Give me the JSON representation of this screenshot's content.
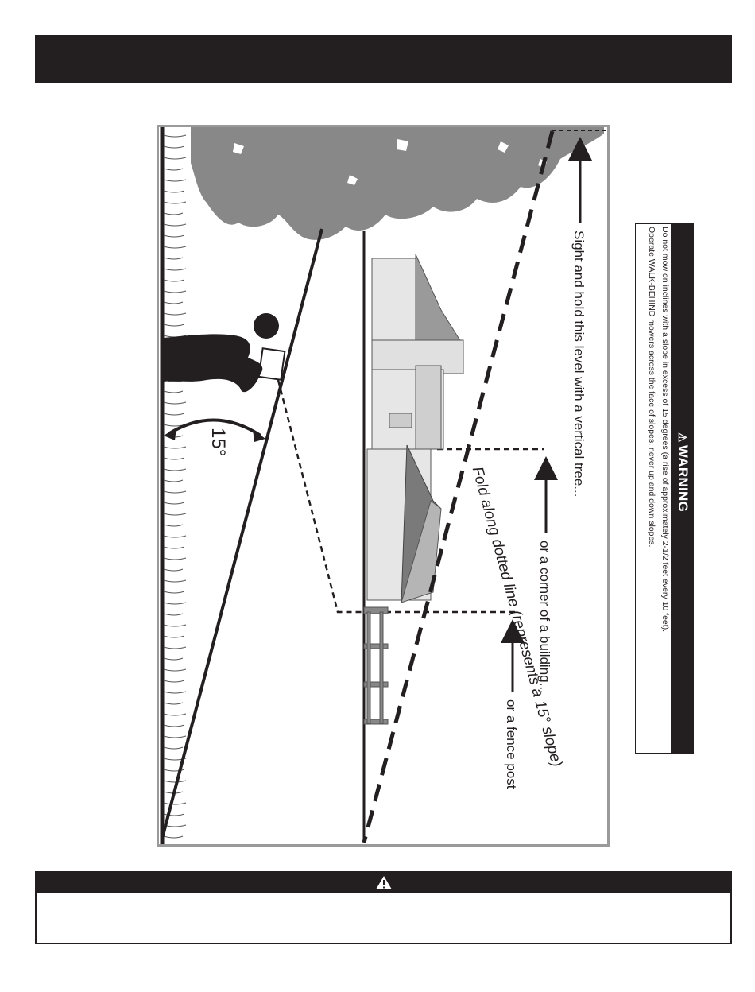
{
  "figure": {
    "sight_label": "Sight and hold this level with a vertical tree...",
    "building_label": "or a corner of a building...",
    "fence_label": "or a fence post",
    "fold_label": "Fold along dotted line (represents a 15° slope)",
    "angle_label": "15°"
  },
  "warning": {
    "title": "WARNING",
    "line1": "Do not mow on inclines with a slope in excess of 15 degrees (a rise of approximately 2-1/2 feet every 10 feet).",
    "line2": "Operate WALK-BEHIND mowers across the face of slopes, never up and down slopes."
  },
  "colors": {
    "dark": "#231f20",
    "tree_gray": "#888888",
    "roof_gray": "#9a9a9a",
    "wall_gray": "#d9d9d9",
    "frame_gray": "#9a9a9a"
  },
  "icons": {
    "warning_symbol": "warning-triangle-icon"
  }
}
